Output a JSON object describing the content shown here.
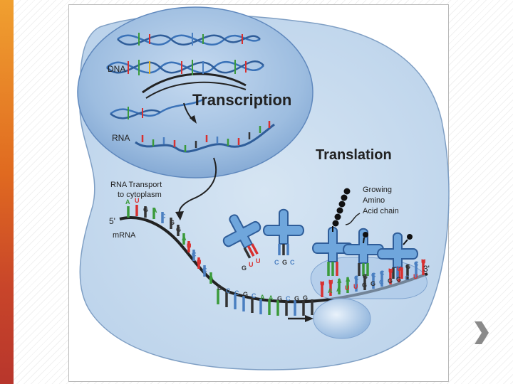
{
  "slide": {
    "accent_color": "#e8772a",
    "nav_next_icon": "chevron-right-icon"
  },
  "diagram": {
    "labels": {
      "dna": "DNA",
      "transcription": "Transcription",
      "rna": "RNA",
      "translation": "Translation",
      "rna_transport_line1": "RNA Transport",
      "rna_transport_line2": "to cytoplasm",
      "five_prime": "5'",
      "three_prime": "3'",
      "mrna": "mRNA",
      "growing_line1": "Growing",
      "growing_line2": "Amino",
      "growing_line3": "Acid chain"
    },
    "mrna_codons_top": [
      "A",
      "U",
      "G",
      "A",
      "C",
      "G",
      "G",
      "A",
      "U",
      "C",
      "U",
      "C",
      "A",
      "G",
      "C",
      "C",
      "G",
      "C",
      "A",
      "A",
      "G",
      "C",
      "G",
      "G"
    ],
    "mrna_codons_right": [
      "U",
      "U",
      "A",
      "A",
      "C",
      "G",
      "C",
      "C",
      "U",
      "U",
      "G",
      "C",
      "U"
    ],
    "trna_anticodon_left": [
      "G",
      "U",
      "U"
    ],
    "trna_anticodon_mid": [
      "C",
      "G",
      "C"
    ],
    "ribosome_codons": [
      "A",
      "A",
      "U",
      "U",
      "G",
      "G",
      "C",
      "G",
      "G",
      "C",
      "U"
    ],
    "base_colors": {
      "A": "#3a9a3a",
      "U": "#d83030",
      "G": "#333333",
      "C": "#4a7fc1"
    }
  }
}
